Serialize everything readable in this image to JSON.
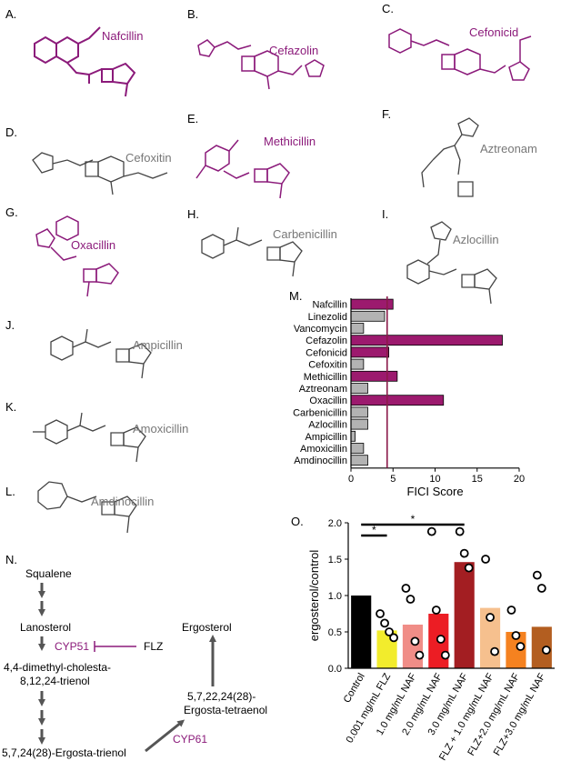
{
  "panel_labels": [
    "A.",
    "B.",
    "C.",
    "D.",
    "E.",
    "F.",
    "G.",
    "H.",
    "I.",
    "J.",
    "K.",
    "L.",
    "M.",
    "N.",
    "O."
  ],
  "drug_names": {
    "nafcillin": "Nafcillin",
    "cefazolin": "Cefazolin",
    "cefonicid": "Cefonicid",
    "cefoxitin": "Cefoxitin",
    "methicillin": "Methicillin",
    "aztreonam": "Aztreonam",
    "oxacillin": "Oxacillin",
    "carbenicillin": "Carbenicillin",
    "azlocillin": "Azlocillin",
    "ampicillin": "Ampicillin",
    "amoxicillin": "Amoxicillin",
    "amdinocillin": "Amdinocillin"
  },
  "colors": {
    "purple": "#8b1a7a",
    "gray_text": "#777777",
    "bar_purple": "#9c1a6e",
    "bar_gray": "#b3b3b3",
    "arrow": "#555555"
  },
  "pathway": {
    "squalene": "Squalene",
    "lanosterol": "Lanosterol",
    "cyp51": "CYP51",
    "flz": "FLZ",
    "trienol_1": "4,4-dimethyl-cholesta-",
    "trienol_2": "8,12,24-trienol",
    "ergosta_trienol": "5,7,24(28)-Ergosta-trienol",
    "tetraenol_1": "5,7,22,24(28)-",
    "tetraenol_2": "Ergosta-tetraenol",
    "cyp61": "CYP61",
    "ergosterol": "Ergosterol"
  },
  "chart_data": [
    {
      "type": "bar",
      "orientation": "horizontal",
      "categories": [
        "Nafcillin",
        "Linezolid",
        "Vancomycin",
        "Cefazolin",
        "Cefonicid",
        "Cefoxitin",
        "Methicillin",
        "Aztreonam",
        "Oxacillin",
        "Carbenicillin",
        "Azlocillin",
        "Ampicillin",
        "Amoxicillin",
        "Amdinocillin"
      ],
      "values": [
        5.0,
        4.0,
        1.5,
        18.0,
        4.5,
        1.5,
        5.5,
        2.0,
        11.0,
        2.0,
        2.0,
        0.5,
        1.5,
        2.0
      ],
      "highlight": [
        true,
        false,
        false,
        true,
        true,
        false,
        true,
        false,
        true,
        false,
        false,
        false,
        false,
        false
      ],
      "xlabel": "FICI Score",
      "xlim": [
        0,
        20
      ],
      "xticks": [
        0,
        5,
        10,
        15,
        20
      ],
      "reference_line": 4.3,
      "grid": false
    },
    {
      "type": "bar",
      "categories": [
        "Control",
        "0.001 mg/mL FLZ",
        "1.0 mg/mL NAF",
        "2.0 mg/mL NAF",
        "3.0 mg/mL NAF",
        "FLZ + 1.0 mg/mL NAF",
        "FLZ+2.0 mg/mL NAF",
        "FLZ+3.0 mg/mL NAF"
      ],
      "values": [
        1.0,
        0.52,
        0.6,
        0.75,
        1.46,
        0.83,
        0.5,
        0.57
      ],
      "points": [
        [],
        [
          0.75,
          0.62,
          0.5,
          0.42
        ],
        [
          1.1,
          0.95,
          0.37,
          0.18
        ],
        [
          1.88,
          0.8,
          0.4,
          0.18
        ],
        [
          1.88,
          1.58,
          1.38
        ],
        [
          1.5,
          0.7,
          0.23
        ],
        [
          0.8,
          0.45,
          0.3
        ],
        [
          1.28,
          1.1,
          0.25
        ]
      ],
      "bar_colors": [
        "#000000",
        "#f2ec2c",
        "#f08d87",
        "#ec1d24",
        "#a31e22",
        "#f6c08e",
        "#f58220",
        "#b35e20"
      ],
      "ylabel": "ergosterol/control",
      "ylim": [
        0,
        2.0
      ],
      "yticks": [
        "0.0",
        "0.5",
        "1.0",
        "1.5",
        "2.0"
      ],
      "significance": [
        "*",
        "*"
      ],
      "grid": false
    }
  ]
}
